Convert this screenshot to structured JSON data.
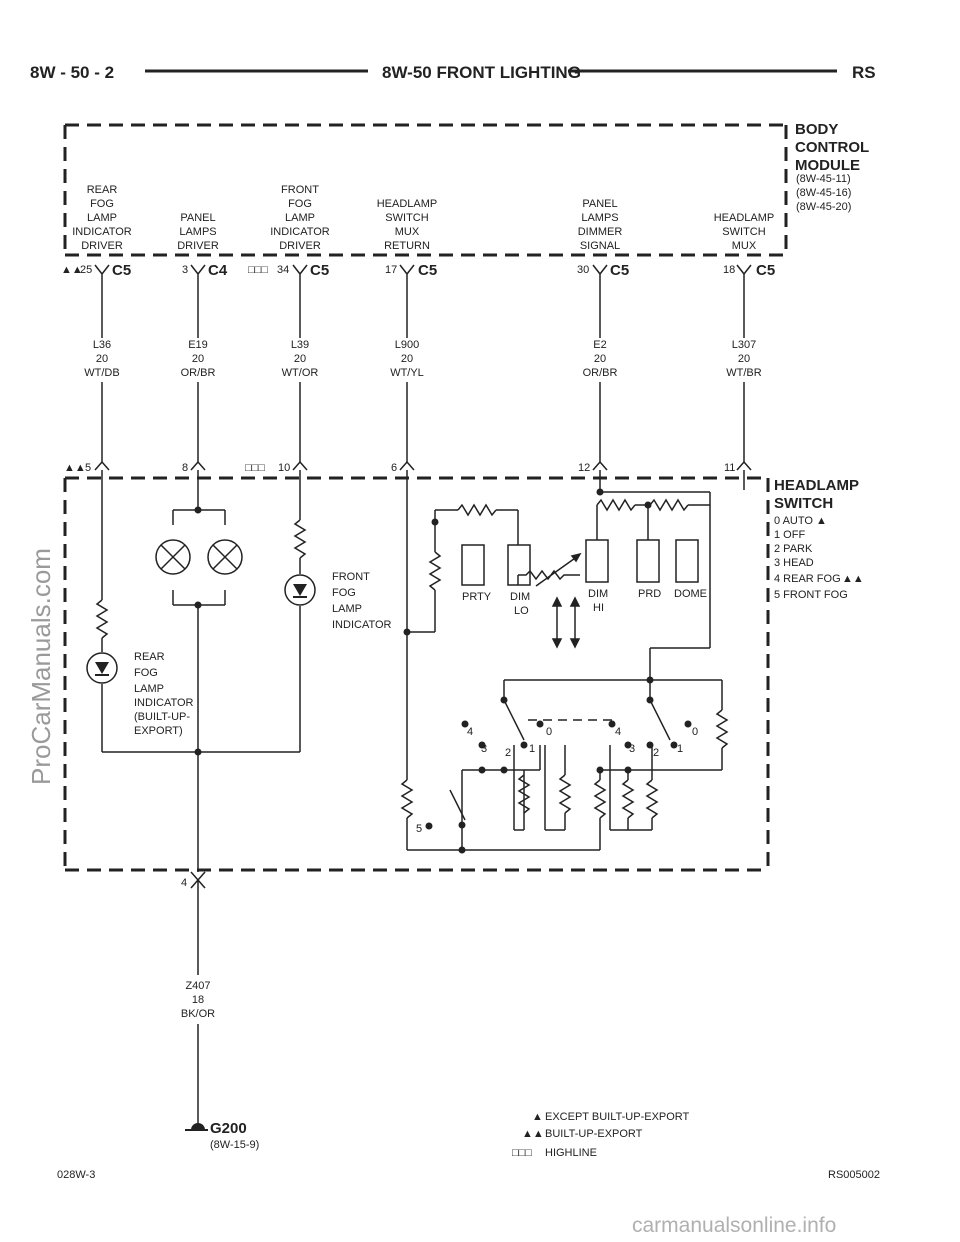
{
  "header": {
    "left": "8W - 50 - 2",
    "center": "8W-50 FRONT LIGHTING",
    "right": "RS"
  },
  "bcm": {
    "name": [
      "BODY",
      "CONTROL",
      "MODULE"
    ],
    "refs": [
      "(8W-45-11)",
      "(8W-45-16)",
      "(8W-45-20)"
    ]
  },
  "bcm_pins": [
    {
      "label": [
        "REAR",
        "FOG",
        "LAMP",
        "INDICATOR",
        "DRIVER"
      ],
      "pin": "25",
      "conn": "C5",
      "wire": [
        "L36",
        "20",
        "WT/DB"
      ],
      "sw_pin": "5",
      "mark": "▲▲"
    },
    {
      "label": [
        "PANEL",
        "LAMPS",
        "DRIVER"
      ],
      "pin": "3",
      "conn": "C4",
      "wire": [
        "E19",
        "20",
        "OR/BR"
      ],
      "sw_pin": "8",
      "mark": ""
    },
    {
      "label": [
        "FRONT",
        "FOG",
        "LAMP",
        "INDICATOR",
        "DRIVER"
      ],
      "pin": "34",
      "conn": "C5",
      "wire": [
        "L39",
        "20",
        "WT/OR"
      ],
      "sw_pin": "10",
      "mark": "□□□"
    },
    {
      "label": [
        "HEADLAMP",
        "SWITCH",
        "MUX",
        "RETURN"
      ],
      "pin": "17",
      "conn": "C5",
      "wire": [
        "L900",
        "20",
        "WT/YL"
      ],
      "sw_pin": "6",
      "mark": ""
    },
    {
      "label": [
        "PANEL",
        "LAMPS",
        "DIMMER",
        "SIGNAL"
      ],
      "pin": "30",
      "conn": "C5",
      "wire": [
        "E2",
        "20",
        "OR/BR"
      ],
      "sw_pin": "12",
      "mark": ""
    },
    {
      "label": [
        "HEADLAMP",
        "SWITCH",
        "MUX"
      ],
      "pin": "18",
      "conn": "C5",
      "wire": [
        "L307",
        "20",
        "WT/BR"
      ],
      "sw_pin": "11",
      "mark": ""
    }
  ],
  "switch": {
    "name": [
      "HEADLAMP",
      "SWITCH"
    ],
    "positions": [
      "0 AUTO",
      "1 OFF",
      "2 PARK",
      "3 HEAD",
      "4 REAR FOG",
      "5 FRONT FOG"
    ],
    "front_fog_label": [
      "FRONT",
      "FOG",
      "LAMP",
      "INDICATOR"
    ],
    "rear_fog_label": [
      "REAR",
      "FOG",
      "LAMP",
      "INDICATOR",
      "(BUILT-UP-",
      "EXPORT)"
    ],
    "elements": [
      "PRTY",
      "DIM",
      "LO",
      "DIM",
      "HI",
      "PRD",
      "DOME"
    ],
    "ground_pin": "4"
  },
  "ground_wire": [
    "Z407",
    "18",
    "BK/OR"
  ],
  "ground": {
    "name": "G200",
    "ref": "(8W-15-9)"
  },
  "legend": [
    {
      "sym": "▲",
      "text": "EXCEPT BUILT-UP-EXPORT"
    },
    {
      "sym": "▲▲",
      "text": "BUILT-UP-EXPORT"
    },
    {
      "sym": "□□□",
      "text": "HIGHLINE"
    }
  ],
  "footer": {
    "left": "028W-3",
    "right": "RS005002"
  },
  "watermark": {
    "side": "ProCarManuals.com",
    "bottom": "carmanualsonline.info"
  }
}
